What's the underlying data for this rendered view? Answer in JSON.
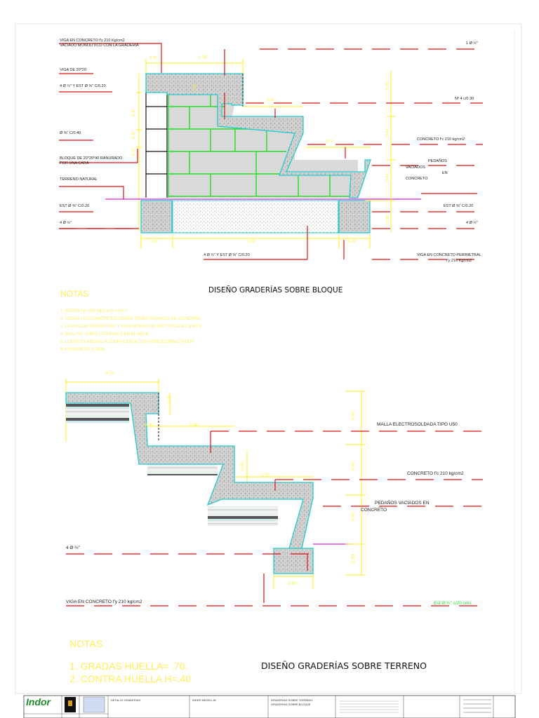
{
  "upper": {
    "title": "DISEÑO GRADERÍAS SOBRE BLOQUE",
    "labels_left": [
      "VIGA EN CONCRETO f'y 210 Kg/cm2",
      "VACIADO MONOLITICO CON LA GRADERIA",
      "VIGA DE 20*20",
      "4 Ø ½\" Y EST Ø ⅜\" C/0.20",
      "Ø ⅜\" C/0.40",
      "BLOQUE DE 20*20*40 RANURADO",
      "POR UNA CARA",
      "TERRENO NATURAL",
      "EST Ø ⅜\" C/0.20",
      "4 Ø ½\""
    ],
    "labels_right": [
      "1 Ø ½\"",
      "Nº 4 c/0.30",
      "CONCRETO f'c 210 kg/cm2",
      "PEDAÑOS",
      "VACIADOS",
      "EN",
      "CONCRETO",
      "EST Ø ⅜\" C/0.20",
      "4 Ø ½\"",
      "VIGA EN CONCRETO PERIMETRAL",
      "f'y 210 Kg/cm2"
    ],
    "label_bottom": "4 Ø ½\" Y EST Ø ⅜\" C/0.20",
    "dims": [
      "0.70",
      "0.20",
      "0.20",
      "0.40",
      "0.40",
      "0.20",
      "0.20",
      "0.30",
      "0.70",
      "1.00",
      "0.40",
      "0.40",
      "0.40",
      "0.20",
      "0.30"
    ]
  },
  "notes1": {
    "heading": "NOTAS",
    "lines": [
      "1. ACERO f'y= 420 Mpa ø Ø = No.3",
      "2. TODOS LOS CONCRETOS DEBEN TENER ENSAYOS DE CILINDROS",
      "3. LA VIGA DE PERIMETRAL Y PARA MUROS DE APOYO CADA 1.8 MTS",
      "4. INCLUYE TAPAS LATERALES EN BLOQUE",
      "5. LLENO EN ARENILLA COMPACTADA CON VIBROCOMPACTADOR",
      "6. CONCRETO 21 MPA"
    ]
  },
  "lower": {
    "title": "DISEÑO GRADERÍAS SOBRE TERRENO",
    "labels": [
      "MALLA ELECTROSOLDADA TIPO U50",
      "CONCRETO f'c 210 kg/cm2",
      "PEDAÑOS VACIADOS EN",
      "CONCRETO",
      "4 Ø ½\"",
      "VIGA EN CONCRETO f'y 210 kg/cm2",
      "Est Ø ⅜\" c/20 cms"
    ],
    "dims": [
      "0.70",
      "0.20",
      "0.20",
      "0.80",
      "0.70",
      "0.40",
      "0.40",
      "0.40",
      "0.40",
      "0.20",
      "0.30"
    ]
  },
  "notes2": {
    "heading": "NOTAS",
    "lines": [
      "1. GRADAS HUELLA= .70.",
      "2. CONTRA HUELLA H=.40"
    ]
  },
  "title_block": {
    "logo": "Indor",
    "cells": [
      "DETALLE GRADERIAS",
      "INDER MEDELLIN",
      "GRADERIAS SOBRE TERRENO",
      "GRADERIAS SOBRE BLOQUE"
    ]
  },
  "colors": {
    "concrete": "#c8c8c8",
    "cyan": "#22cccc",
    "green": "#22dd22",
    "red": "#dd1111",
    "yellow": "#ffee22",
    "magenta": "#dd22dd"
  }
}
